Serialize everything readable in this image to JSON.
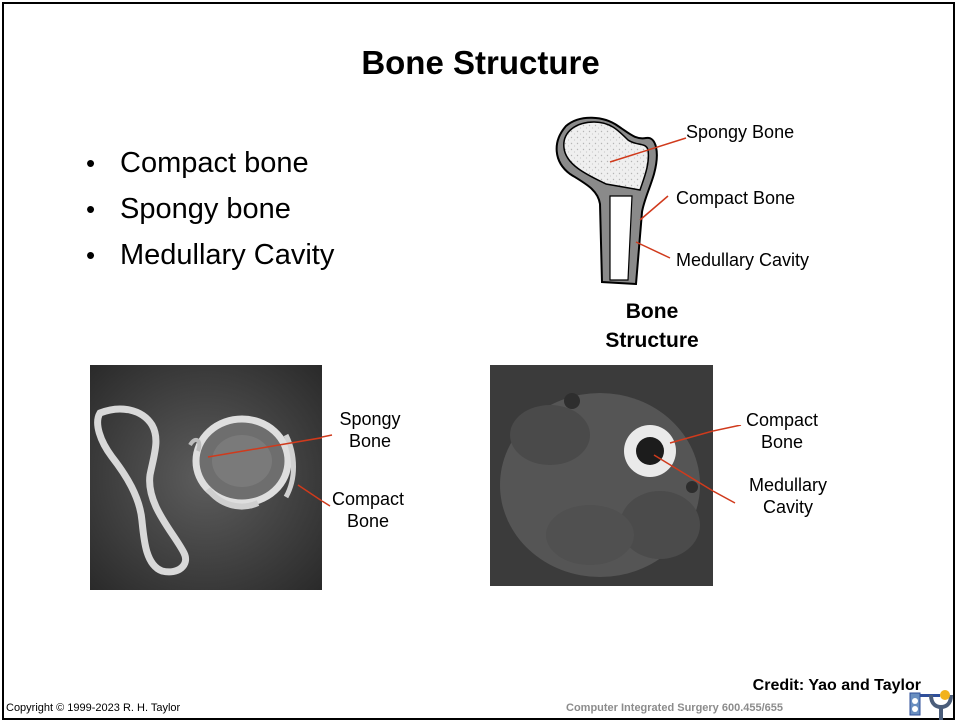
{
  "slide": {
    "title": "Bone Structure",
    "bullets": [
      "Compact bone",
      "Spongy bone",
      "Medullary Cavity"
    ]
  },
  "diagram": {
    "labels": {
      "spongy": "Spongy Bone",
      "compact": "Compact Bone",
      "medullary": "Medullary Cavity"
    },
    "caption_line1": "Bone",
    "caption_line2": "Structure",
    "leader_color": "#d03a1c"
  },
  "ct_left": {
    "label1_line1": "Spongy",
    "label1_line2": "Bone",
    "label2_line1": "Compact",
    "label2_line2": "Bone"
  },
  "ct_right": {
    "label1_line1": "Compact",
    "label1_line2": "Bone",
    "label2_line1": "Medullary",
    "label2_line2": "Cavity"
  },
  "footer": {
    "credit": "Credit: Yao and Taylor",
    "copyright": "Copyright © 1999-2023 R. H. Taylor",
    "course": "Computer Integrated Surgery 600.455/655"
  }
}
